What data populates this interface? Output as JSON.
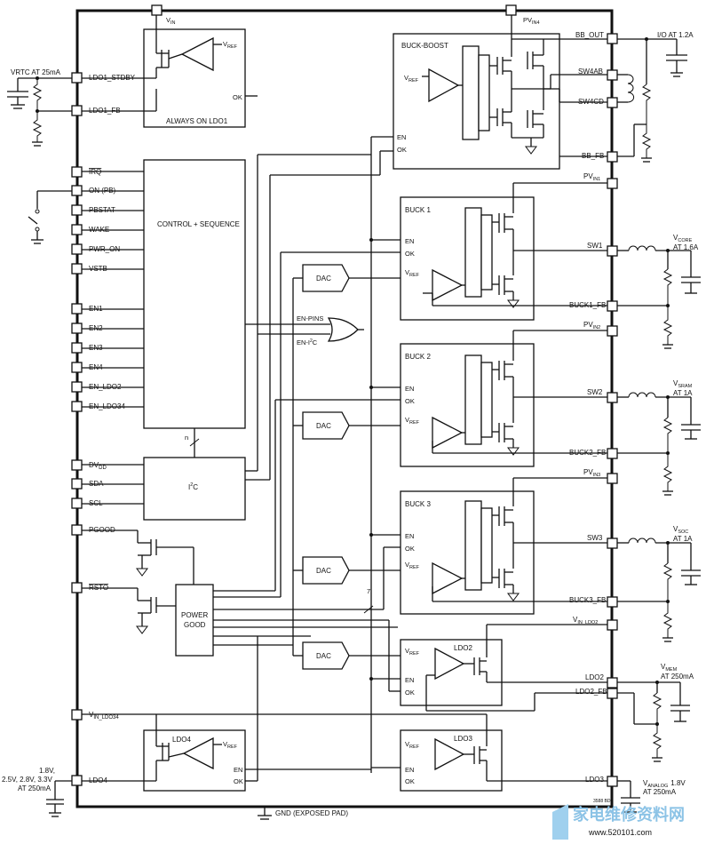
{
  "labels": {
    "vin": "V",
    "vin_sub": "IN",
    "pvin4": "PV",
    "pvin4_sub": "IN4",
    "vrtc": "VRTC AT 25mA",
    "ldo1_stdby": "LDO1_STDBY",
    "ldo1_fb": "LDO1_FB",
    "always_on": "ALWAYS ON LDO1",
    "vref": "V",
    "vref_sub": "REF",
    "ok": "OK",
    "en": "EN",
    "buck_boost": "BUCK-BOOST",
    "bb_out": "BB_OUT",
    "io_at": "I/O AT 1.2A",
    "sw4ab": "SW4AB",
    "sw4cd": "SW4CD",
    "bb_fb": "BB_FB",
    "irq": "IRQ",
    "on_pb": "ON (PB)",
    "pbstat": "PBSTAT",
    "wake": "WAKE",
    "pwr_on": "PWR_ON",
    "vstb": "VSTB",
    "control_seq": "CONTROL + SEQUENCE",
    "en1": "EN1",
    "en2": "EN2",
    "en3": "EN3",
    "en4": "EN4",
    "en_ldo2": "EN_LDO2",
    "en_ldo34": "EN_LDO34",
    "dvdd": "DV",
    "dvdd_sub": "DD",
    "sda": "SDA",
    "scl": "SCL",
    "i2c": "I",
    "i2c_sup": "2",
    "i2c_c": "C",
    "n": "n",
    "pgood": "PGOOD",
    "rsto": "RSTO",
    "power_good_1": "POWER",
    "power_good_2": "GOOD",
    "vin_ldo34": "V",
    "vin_ldo34_sub": "IN_LDO34",
    "ldo4": "LDO4",
    "ldo4_out_1": "1.8V,",
    "ldo4_out_2": "2.5V, 2.8V, 3.3V",
    "ldo4_out_3": "AT 250mA",
    "gnd": "GND (EXPOSED PAD)",
    "buck1": "BUCK 1",
    "buck2": "BUCK 2",
    "buck3": "BUCK 3",
    "dac": "DAC",
    "en_pins": "EN-PINS",
    "en_i2c": "EN-I",
    "en_i2c_sup": "2",
    "en_i2c_c": "C",
    "pvin1": "PV",
    "pvin1_sub": "IN1",
    "pvin2": "PV",
    "pvin2_sub": "IN2",
    "pvin3": "PV",
    "pvin3_sub": "IN3",
    "sw1": "SW1",
    "sw2": "SW2",
    "sw3": "SW3",
    "buck1_fb": "BUCK1_FB",
    "buck2_fb": "BUCK2_FB",
    "buck3_fb": "BUCK3_FB",
    "vcore": "V",
    "vcore_sub": "CORE",
    "vcore_at": "AT 1.6A",
    "vsram": "V",
    "vsram_sub": "SRAM",
    "vsram_at": "AT 1A",
    "vsoc": "V",
    "vsoc_sub": "SOC",
    "vsoc_at": "AT 1A",
    "seven": "7",
    "vin_ldo2": "V",
    "vin_ldo2_sub": "IN_LDO2",
    "ldo2_block": "LDO2",
    "ldo3_block": "LDO3",
    "ldo4_block": "LDO4",
    "ldo2": "LDO2",
    "ldo2_fb": "LDO2_FB",
    "vmem": "V",
    "vmem_sub": "MEM",
    "vmem_at": "AT 250mA",
    "ldo3": "LDO3",
    "vanalog": "V",
    "vanalog_sub": "ANALOG",
    "vanalog_v": "1.8V",
    "vanalog_at": "AT 250mA",
    "part_code": "3588 BD",
    "watermark": "家电维修资料网",
    "watermark_url": "www.520101.com"
  }
}
